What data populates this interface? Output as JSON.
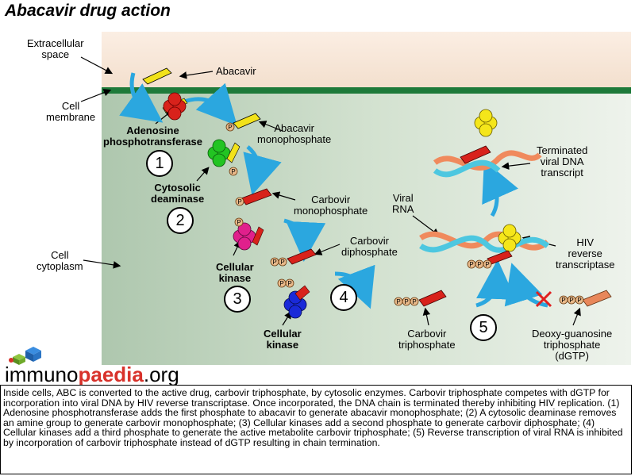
{
  "title": "Abacavir drug action",
  "labels": {
    "extracellular": "Extracellular\nspace",
    "cell_membrane": "Cell\nmembrane",
    "cell_cytoplasm": "Cell\ncytoplasm",
    "abacavir": "Abacavir",
    "adenosine_pt": "Adenosine\nphosphotransferase",
    "abacavir_mp": "Abacavir\nmonophosphate",
    "cytosolic_deaminase": "Cytosolic\ndeaminase",
    "carbovir_mp": "Carbovir\nmonophosphate",
    "cellular_kinase_1": "Cellular\nkinase",
    "carbovir_dp": "Carbovir\ndiphosphate",
    "cellular_kinase_2": "Cellular\nkinase",
    "carbovir_tp": "Carbovir\ntriphosphate",
    "viral_rna": "Viral\nRNA",
    "terminated": "Terminated\nviral DNA\ntranscript",
    "hiv_rt": "HIV\nreverse\ntranscriptase",
    "dgtp": "Deoxy-guanosine\ntriphosphate\n(dGTP)",
    "phosphate": "P"
  },
  "steps": [
    "1",
    "2",
    "3",
    "4",
    "5"
  ],
  "logo": {
    "prefix": "immuno",
    "highlight": "paedia",
    "suffix": ".org"
  },
  "caption": "Inside cells, ABC is converted to the active drug, carbovir triphosphate, by cytosolic enzymes. Carbovir triphosphate competes with dGTP for incorporation into viral DNA by HIV reverse transcriptase. Once incorporated, the DNA chain is terminated thereby inhibiting HIV replication. (1) Adenosine phosphotransferase adds the first phosphate to abacavir to generate abacavir monophosphate; (2) A cytosolic deaminase removes an amine group to generate carbovir monophosphate; (3) Cellular kinases add a second phosphate to generate carbovir diphosphate; (4) Cellular kinases add a third phosphate to generate the active metabolite carbovir triphosphate; (5) Reverse transcription of viral RNA is inhibited by incorporation of carbovir triphosphate instead of dGTP resulting in chain termination.",
  "colors": {
    "membrane": "#1e7a3a",
    "cytoplasm": "#c8d9c6",
    "extracellular": "#f5e4d5",
    "abacavir": "#f2e21a",
    "carbovir": "#d8221b",
    "arrow": "#2ba7df",
    "phosphate": "#e8b98a",
    "dgtp": "#e8875a"
  }
}
